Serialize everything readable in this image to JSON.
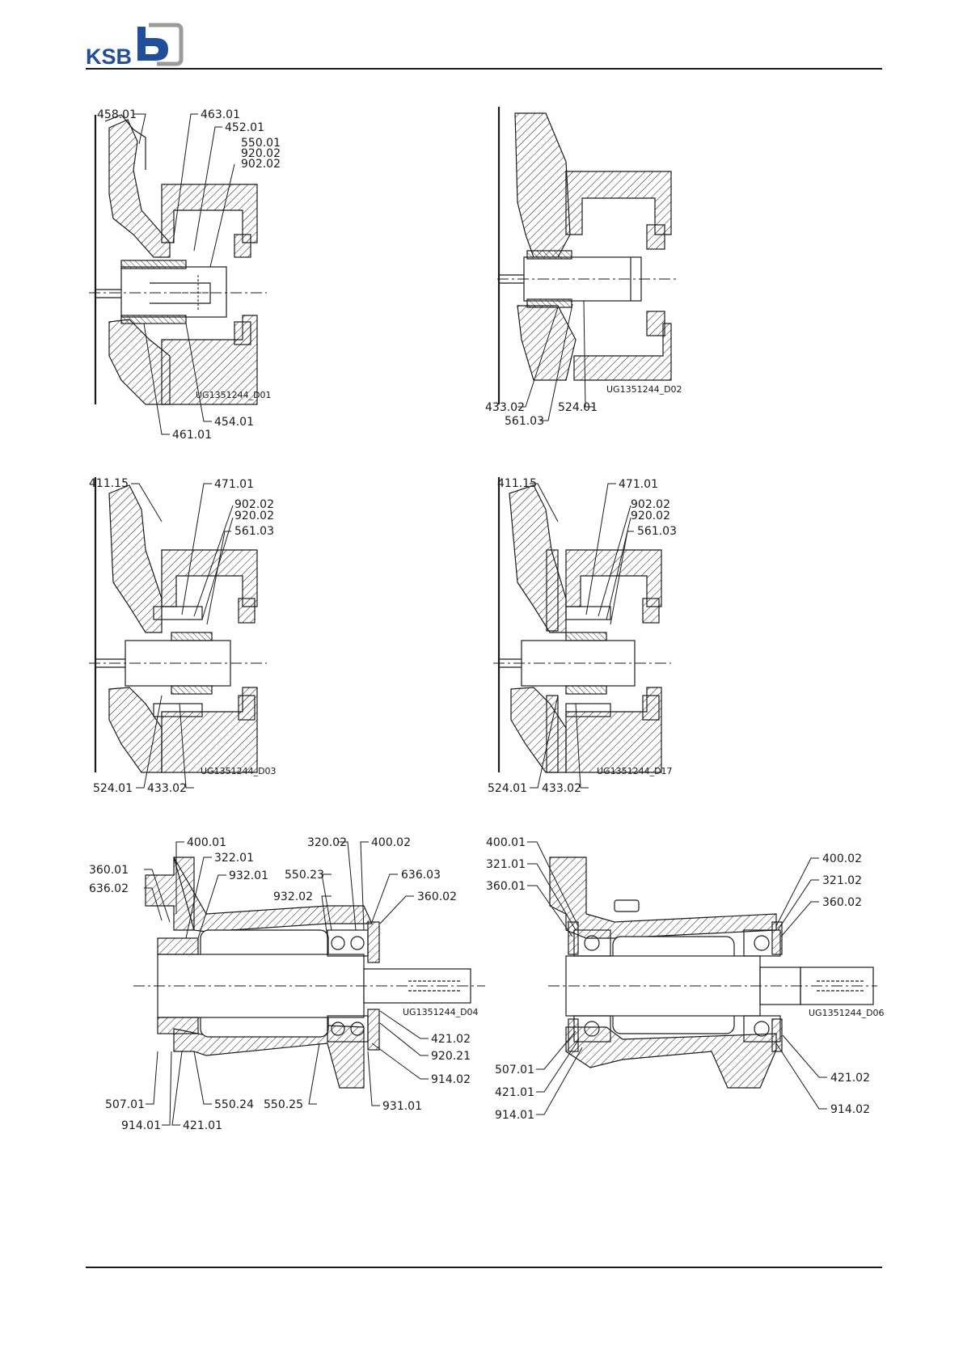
{
  "header": {
    "logo_text": "KSB",
    "brand_color": "#1f4f9a",
    "logo_mark_color": "#9a9a9a"
  },
  "figures": [
    {
      "ref": "UG1351244_D01",
      "labels": [
        "458.01",
        "463.01",
        "452.01",
        "550.01",
        "920.02",
        "902.02",
        "454.01",
        "461.01"
      ]
    },
    {
      "ref": "UG1351244_D02",
      "labels": [
        "433.02",
        "561.03",
        "524.01"
      ]
    },
    {
      "ref": "UG1351244_D03",
      "labels": [
        "411.15",
        "471.01",
        "902.02",
        "920.02",
        "561.03",
        "524.01",
        "433.02"
      ]
    },
    {
      "ref": "UG1351244_D17",
      "labels": [
        "411.15",
        "471.01",
        "902.02",
        "920.02",
        "561.03",
        "524.01",
        "433.02"
      ]
    },
    {
      "ref": "UG1351244_D04",
      "labels": [
        "400.01",
        "322.01",
        "360.01",
        "932.01",
        "636.02",
        "320.02",
        "400.02",
        "550.23",
        "636.03",
        "932.02",
        "360.02",
        "421.02",
        "920.21",
        "914.02",
        "931.01",
        "507.01",
        "550.24",
        "550.25",
        "914.01",
        "421.01"
      ]
    },
    {
      "ref": "UG1351244_D06",
      "labels": [
        "400.01",
        "321.01",
        "360.01",
        "400.02",
        "321.02",
        "360.02",
        "421.02",
        "914.02",
        "507.01",
        "421.01",
        "914.01"
      ]
    }
  ]
}
